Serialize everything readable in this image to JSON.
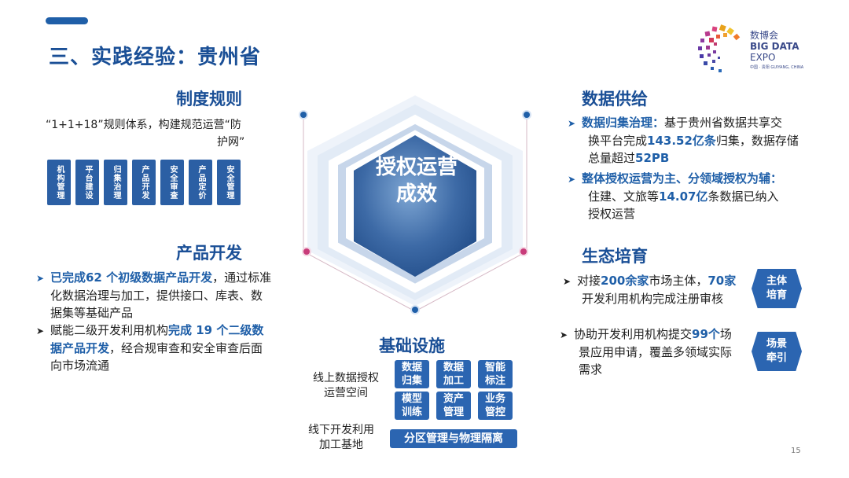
{
  "title": "三、实践经验：贵州省",
  "logo": {
    "line1": "数博会",
    "line2": "BIG DATA",
    "line3": "EXPO",
    "line4": "中国 · 贵阳  GUIYANG, CHINA"
  },
  "center": {
    "line1": "授权运营",
    "line2": "成效"
  },
  "rules": {
    "heading": "制度规则",
    "text_line1": "“1+1+18”规则体系，构建规范运营“防",
    "text_line2": "护网”",
    "boxes": [
      "机构管理",
      "平台建设",
      "归集治理",
      "产品开发",
      "安全审查",
      "产品定价",
      "安全管理"
    ]
  },
  "product": {
    "heading": "产品开发",
    "item1": {
      "hl": "已完成62 个初级数据产品开发",
      "rest1": "，通过标准",
      "line2": "化数据治理与加工，提供接口、库表、数",
      "line3": "据集等基础产品"
    },
    "item2": {
      "pre": "赋能二级开发利用机构",
      "hl": "完成 19 个二级数",
      "hl2": "据产品开发",
      "rest": "，经合规审查和安全审查后面",
      "line3": "向市场流通"
    }
  },
  "infra": {
    "heading": "基础设施",
    "online_label_1": "线上数据授权",
    "online_label_2": "运营空间",
    "offline_label_1": "线下开发利用",
    "offline_label_2": "加工基地",
    "boxes": [
      {
        "l1": "数据",
        "l2": "归集"
      },
      {
        "l1": "数据",
        "l2": "加工"
      },
      {
        "l1": "智能",
        "l2": "标注"
      },
      {
        "l1": "模型",
        "l2": "训练"
      },
      {
        "l1": "资产",
        "l2": "管理"
      },
      {
        "l1": "业务",
        "l2": "管控"
      }
    ],
    "wide_box": "分区管理与物理隔离"
  },
  "supply": {
    "heading": "数据供给",
    "item1": {
      "hl": "数据归集治理：",
      "rest1": "基于贵州省数据共享交",
      "line2_pre": "换平台完成",
      "line2_hl": "143.52亿条",
      "line2_rest": "归集，数据存储",
      "line3_pre": "总量超过",
      "line3_hl": "52PB"
    },
    "item2": {
      "hl": "整体授权运营为主、分领域授权为辅：",
      "line2_pre": "住建、文旅等",
      "line2_hl": "14.07亿",
      "line2_rest": "条数据已纳入",
      "line3": "授权运营"
    }
  },
  "eco": {
    "heading": "生态培育",
    "item1": {
      "pre": "对接",
      "hl1": "200余家",
      "mid": "市场主体，",
      "hl2": "70家",
      "line2": "开发利用机构完成注册审核"
    },
    "item2": {
      "pre": "协助开发利用机构提交",
      "hl": "99个",
      "rest": "场",
      "line2": "景应用申请，覆盖多领域实际",
      "line3": "需求"
    },
    "badge1": {
      "l1": "主体",
      "l2": "培育"
    },
    "badge2": {
      "l1": "场景",
      "l2": "牵引"
    }
  },
  "page_number": "15",
  "colors": {
    "primary": "#1a4f96",
    "accent": "#1f5fa8",
    "box": "#2b65b1",
    "pink": "#c83c7a"
  }
}
